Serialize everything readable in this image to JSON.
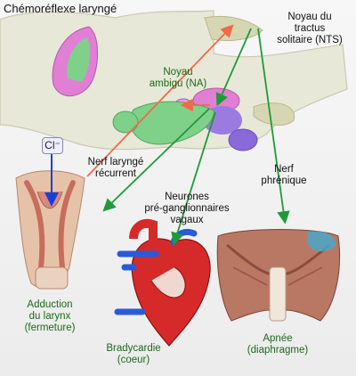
{
  "title": "Chémoréflexe laryngé",
  "labels": {
    "nts": "Noyau du\ntractus\nsolitaire (NTS)",
    "na": "Noyau\nambigu (NA)",
    "ion": "Cl⁻",
    "recurrent": "Nerf laryngé\nrécurrent",
    "phrenic": "Nerf\nphrénique",
    "vagal": "Neurones\npré-ganglionnaires\nvagaux",
    "adduction": "Adduction\ndu larynx\n(fermeture)",
    "bradycardia": "Bradycardie\n(coeur)",
    "apnea": "Apnée\n(diaphragme)"
  },
  "colors": {
    "green_arrow": "#1f9a3a",
    "orange_arrow": "#f06a4a",
    "blue_arrow": "#1a3fd8",
    "green_text": "#1a6b1a",
    "nucleus_green": "#7fd18a",
    "nucleus_pink": "#e07fd4",
    "nucleus_purple": "#9b7be0",
    "nucleus_olive": "#c8c79a"
  }
}
